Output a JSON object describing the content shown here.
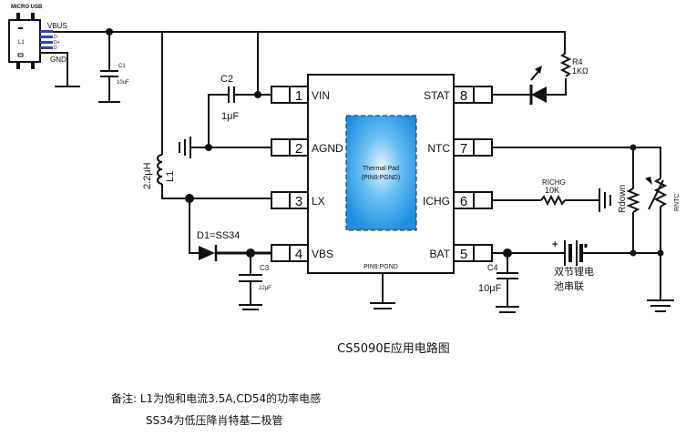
{
  "usb": {
    "label": "MICRO USB",
    "vbus": "VBUS",
    "gnd": "GND",
    "pins": [
      "D-",
      "D+",
      "D"
    ]
  },
  "c1": {
    "name": "C1",
    "value": "10uF"
  },
  "c2": {
    "name": "C2",
    "value": "1μF"
  },
  "c3": {
    "name": "C3",
    "value": "22μF"
  },
  "c4": {
    "name": "C4",
    "value": "10μF"
  },
  "l1": {
    "name": "L1",
    "value": "2.2μH"
  },
  "d1": {
    "label": "D1=SS34"
  },
  "r4": {
    "name": "R4",
    "value": "1KΩ"
  },
  "richg": {
    "name": "RICHG",
    "value": "10K"
  },
  "rdown": {
    "name": "Rdown"
  },
  "rntc": {
    "name": "RNTC"
  },
  "ic": {
    "left_pins": [
      {
        "num": "1",
        "name": "VIN"
      },
      {
        "num": "2",
        "name": "AGND"
      },
      {
        "num": "3",
        "name": "LX"
      },
      {
        "num": "4",
        "name": "VBS"
      }
    ],
    "right_pins": [
      {
        "num": "8",
        "name": "STAT"
      },
      {
        "num": "7",
        "name": "NTC"
      },
      {
        "num": "6",
        "name": "ICHG"
      },
      {
        "num": "5",
        "name": "BAT"
      }
    ],
    "thermal_pad": [
      "Thermal Pad",
      "(PIN9:PGND)"
    ],
    "pin9": "PIN9:PGND",
    "pad_color": "#1e8fe0"
  },
  "battery": {
    "plus": "+",
    "label": [
      "双节锂电",
      "池串联"
    ]
  },
  "title": "CS5090E应用电路图",
  "notes": [
    "备注: L1为饱和电流3.5A,CD54的功率电感",
    "SS34为低压降肖特基二极管"
  ]
}
